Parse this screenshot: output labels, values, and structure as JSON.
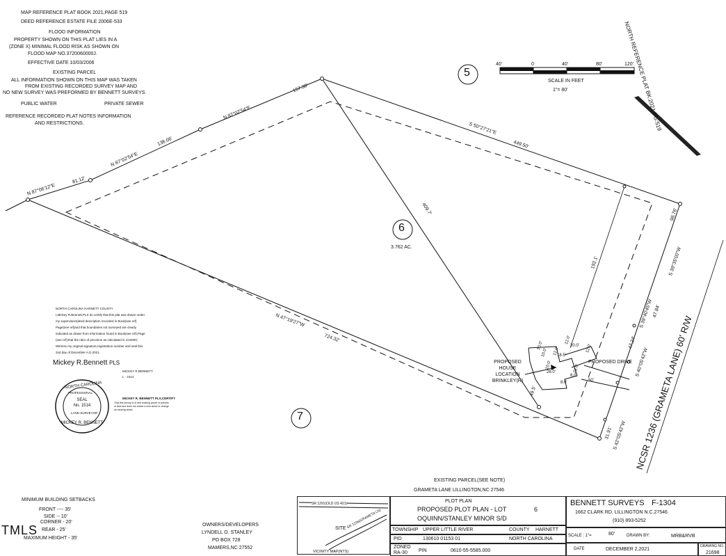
{
  "notes": {
    "ref_plat_book": "MAP REFERENCE PLAT BOOK 2021,PAGE 519",
    "deed_ref": "DEED REFERENCE ESTATE FILE 2006E-533",
    "flood_title": "FLOOD INFORMATION",
    "flood_line1": "PROPERTY SHOWN ON THIS PLAT LIES IN A",
    "flood_line2": "(ZONE X) MINIMAL FLOOD RISK AS SHOWN ON",
    "flood_line3": "FLOOD MAP NO.3720060000J.",
    "effective_date": "EFFECTIVE DATE 10/03/2006",
    "existing_parcel": "EXISTING PARCEL",
    "info_line1": "ALL INFORMATION SHOWN ON THIS MAP WAS TAKEN",
    "info_line2": "FROM EXISTING RECORDED SURVEY MAP AND",
    "info_line3": "NO NEW SURVEY WAS PREFORMED BY BENNETT SURVEYS.",
    "public_water": "PUBLIC WATER",
    "private_sewer": "PRIVATE SEWER",
    "ref_notes_line1": "REFERENCE RECORDED PLAT NOTES INFORMATION",
    "ref_notes_line2": "AND RESTRICTIONS."
  },
  "scale": {
    "ticks": [
      "40'",
      "0",
      "40'",
      "80'",
      "120'"
    ],
    "label": "SCALE IN FEET",
    "ratio": "1\"= 80'"
  },
  "north_ref": "NORTH REFERENCE PLAT BK:2021 PG:519",
  "lots": {
    "lot5": "5",
    "lot6": "6",
    "lot6_area": "3.762 AC.",
    "lot7": "7"
  },
  "bearings": {
    "b1": "N 87°06'12\"E",
    "b1_dist": "81.12'",
    "b2": "N 87°02'54\"E",
    "b2_dist": "138.06'",
    "b3": "N 87°02'54\"E",
    "b3_dist": "157.38'",
    "b4": "S 50°27'21\"E",
    "b4_dist": "449.50'",
    "diag_dist": "409.7'",
    "b5_dist": "98.76'",
    "b5": "S 39°35'00\"W",
    "b6": "S 39°40'45\"W",
    "b6_dist": "47.84'",
    "b7": "S 40°05'42\"W",
    "b7_dist": "47.24'",
    "b8": "N 47°19'27\"W",
    "b8_dist": "724.32'",
    "b9_dist": "192.1'",
    "b10": "S 42°05'42\"W",
    "b10_dist": "31.91'",
    "dist_49_5": "49.5'",
    "road_name": "NCSR 1236 (GRAMETA LANE) 60' R/W"
  },
  "house": {
    "proposed_house": "PROPOSED",
    "house": "HOUSE",
    "location": "LOCATION",
    "brinkley": "BRINKLEY(R)",
    "proposed_drive": "PROPOSED DRIVE",
    "dims": [
      "10.0'",
      "10.0'",
      "10.0'",
      "12.0'",
      "18.5'",
      "12.0'",
      "20.0'",
      "12.0'",
      "22.0'",
      "26.0'",
      "8.0'",
      "8.0'",
      "50'"
    ]
  },
  "certificate": {
    "line1": "NORTH CAROLINA  HARNETT COUNTY",
    "line2": "I,Mickey R.Bennett,PLS do certify that this plat was drawn under",
    "line3": "my supervision(deed description recorded in Book(see ref)",
    "line4": "Page(see ref)and that boundaries not surveyed are clearly",
    "line5": "indicated as drawn from information found in Book(see ref),Page",
    "line6": "(see ref);that the ratio of precision as calculated is 1/10000;",
    "line7": "Witness my original signature,registration number and seal this",
    "line8": "2nd day of December A.D.2021.",
    "signature": "Mickey R.Bennett",
    "pls": "PLS",
    "name": "MICKEY R.BENNETT",
    "license": "L - 1514",
    "certify_title": "MICKEY R. BENNETT PLS,CERTIFY",
    "certify_line1": "That this survey is of and existing parcel or parcels",
    "certify_line2": "of land and does not create a new street or change",
    "certify_line3": "an existing street.",
    "seal_top": "NORTH CAROLINA",
    "seal_mid": "PROFESSIONAL",
    "seal_word": "SEAL",
    "seal_no": "No. 1514",
    "seal_bottom": "MICKEY R. BENNETT",
    "seal_side": "LAND SURVEYOR"
  },
  "footer": {
    "existing_parcel": "EXISTING PARCEL(SEE NOTE)",
    "address": "GRAMETA LANE LILLINGTON,NC 27546"
  },
  "setbacks": {
    "title": "MINIMUM BUILDING SETBACKS",
    "front": "FRONT ---- 35'",
    "side": "SIDE -- 10'",
    "corner": "CORNER - 20'",
    "rear": "REAR - 25'",
    "max_height": "MAXIMUM HEIGHT - 35'",
    "tmls": "TMLS"
  },
  "owners": {
    "title": "OWNERS/DEVELOPERS",
    "name": "LYNDELL O. STANLEY",
    "po": "PO BOX 728",
    "city": "MAMERS,NC 27552"
  },
  "title_block": {
    "vicinity_road1": "SR 1291(OLD US 421)",
    "vicinity_site": "SITE",
    "vicinity_road2": "SR 1236(GRAMETA LN)",
    "vicinity_label": "VICINITY MAP(NTS)",
    "plot_plan": "PLOT PLAN",
    "proposed_plot": "PROPOSED PLOT PLAN - LOT",
    "lot_no": "6",
    "subdivision": "OQUINN/STANLEY MINOR S/D",
    "township_label": "TOWNSHIP",
    "township": "UPPER LITTLE RIVER",
    "county_label": "COUNTY",
    "county": "HARNETT",
    "pid_label": "PID",
    "pid": "130610 01153 01",
    "state": "NORTH CAROLINA",
    "zoned_label": "ZONED",
    "zoned": "RA-30",
    "pin_label": "PIN",
    "pin": "0610-55-5585.000",
    "company": "BENNETT SURVEYS",
    "firm": "F-1304",
    "company_addr": "1662 CLARK RD. LILLINGTON N.C.27546",
    "phone": "(910) 893-5252",
    "scale_label": "SCALE : 1\"=",
    "scale_val": "80'",
    "drawn_label": "DRAWN BY:",
    "drawn": "MRB&RVB",
    "date_label": "DATE",
    "date": "DECEMBER 2,2021",
    "drawing_label": "DRAWING NO.",
    "drawing_no": "21698"
  }
}
